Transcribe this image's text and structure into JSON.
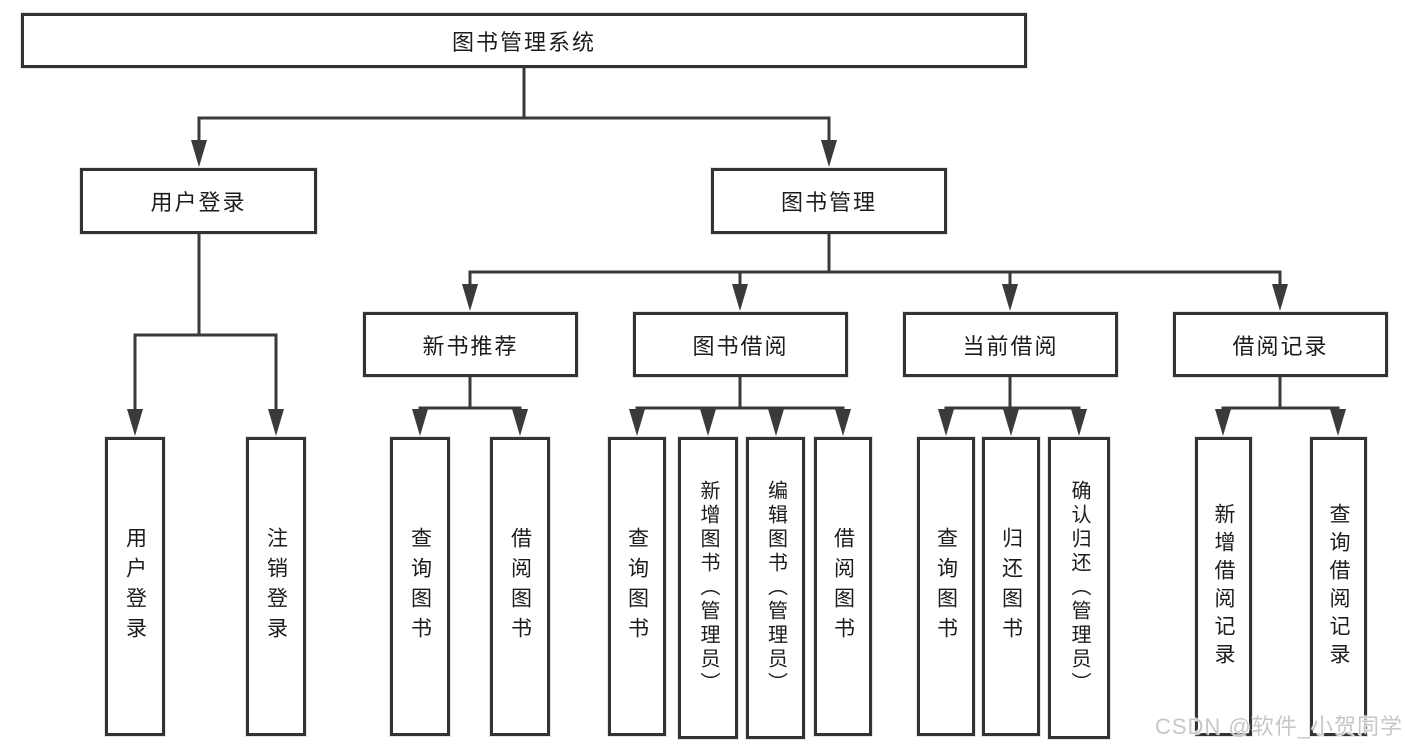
{
  "diagram": {
    "root": {
      "label": "图书管理系统"
    },
    "level2": [
      {
        "label": "用户登录"
      },
      {
        "label": "图书管理"
      }
    ],
    "level3": [
      {
        "label": "新书推荐"
      },
      {
        "label": "图书借阅"
      },
      {
        "label": "当前借阅"
      },
      {
        "label": "借阅记录"
      }
    ],
    "leaves": {
      "user_login": [
        {
          "label": "用户登录"
        },
        {
          "label": "注销登录"
        }
      ],
      "new_book_recommend": [
        {
          "label": "查询图书"
        },
        {
          "label": "借阅图书"
        }
      ],
      "book_borrow": [
        {
          "label": "查询图书"
        },
        {
          "label": "新增图书（管理员）"
        },
        {
          "label": "编辑图书（管理员）"
        },
        {
          "label": "借阅图书"
        }
      ],
      "current_borrow": [
        {
          "label": "查询图书"
        },
        {
          "label": "归还图书"
        },
        {
          "label": "确认归还（管理员）"
        }
      ],
      "borrow_record": [
        {
          "label": "新增借阅记录"
        },
        {
          "label": "查询借阅记录"
        }
      ]
    },
    "watermark": "CSDN @软件_小贺同学",
    "colors": {
      "line": "#3a3a3a",
      "box_border": "#333333",
      "box_fill": "#ffffff",
      "text": "#1c1c1c",
      "watermark": "#c7c7c7",
      "background": "#ffffff"
    }
  }
}
